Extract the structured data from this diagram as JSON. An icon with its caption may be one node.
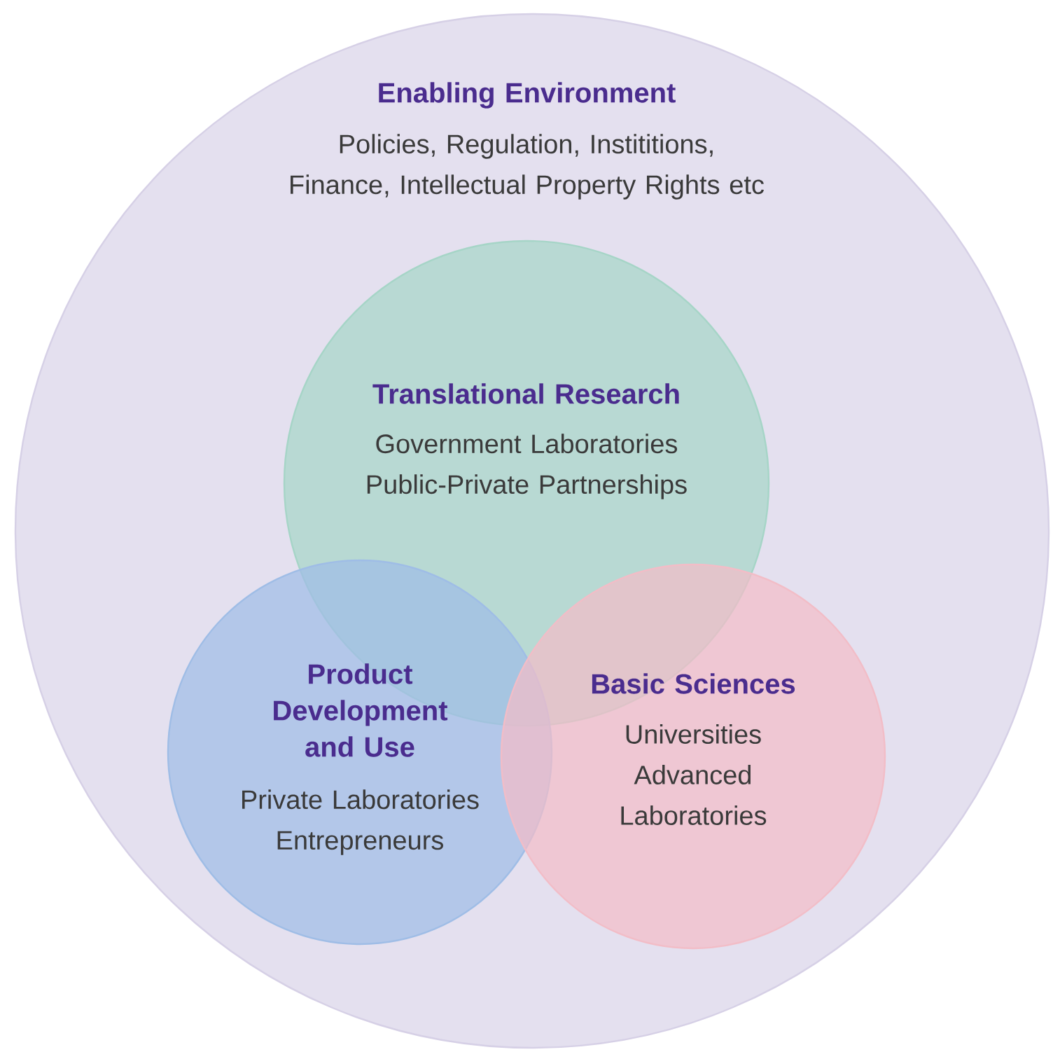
{
  "diagram": {
    "nodes": [
      {
        "text": [
          "Enabling Environment",
          "Policies, Regulation, Instititions, Finance, Intellectual Property Rights etc"
        ]
      },
      {
        "text": [
          "Translational Research",
          "Government Laboratories Public-Private Partnerships"
        ],
        "in": 0
      },
      {
        "text": [
          "Product Development and Use",
          "Private Laboratories Entrepreneurs"
        ],
        "in": 0
      },
      {
        "text": [
          "Basic Sciences",
          "Universities Advanced Laboratories"
        ],
        "in": 0
      }
    ]
  }
}
